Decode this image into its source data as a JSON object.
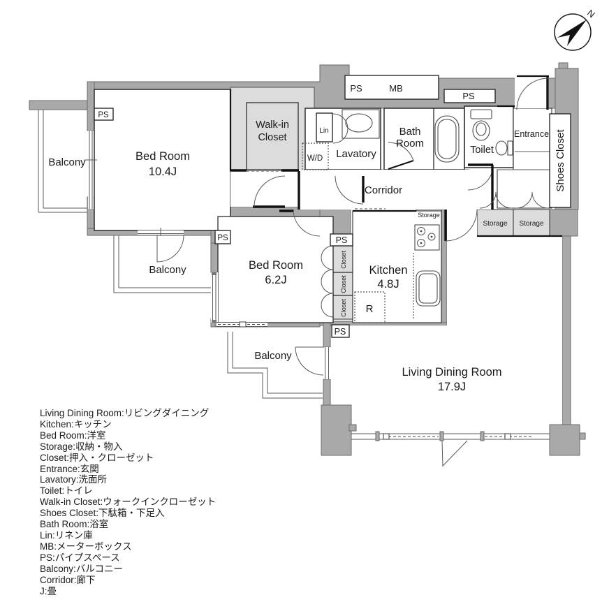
{
  "colors": {
    "wall_fill": "#a9a9a9",
    "closet_fill": "#dcdcdc",
    "line": "#1a1a1a",
    "background": "#ffffff"
  },
  "compass": {
    "north_label": "N"
  },
  "rooms": {
    "bedroom_main": {
      "name": "Bed Room",
      "size": "10.4J"
    },
    "bedroom_second": {
      "name": "Bed Room",
      "size": "6.2J"
    },
    "kitchen": {
      "name": "Kitchen",
      "size": "4.8J"
    },
    "living_dining": {
      "name": "Living Dining Room",
      "size": "17.9J"
    },
    "walk_in_closet": {
      "line1": "Walk-in",
      "line2": "Closet"
    },
    "bath_room": {
      "line1": "Bath",
      "line2": "Room"
    },
    "lavatory": {
      "name": "Lavatory"
    },
    "toilet": {
      "name": "Toilet"
    },
    "entrance": {
      "name": "Entrance"
    },
    "shoes_closet": {
      "name": "Shoes Closet"
    },
    "corridor": {
      "name": "Corridor"
    },
    "balcony_left": {
      "name": "Balcony"
    },
    "balcony_middle": {
      "name": "Balcony"
    },
    "balcony_bottom": {
      "name": "Balcony"
    }
  },
  "labels": {
    "ps": "PS",
    "mb": "MB",
    "lin": "Lin",
    "washer_dryer": "W/D",
    "refrigerator": "R",
    "storage": "Storage",
    "closet": "Closet"
  },
  "legend": {
    "lines": [
      "Living Dining Room:リビングダイニング",
      "Kitchen:キッチン",
      "Bed Room:洋室",
      "Storage:収納・物入",
      "Closet:押入・クローゼット",
      "Entrance:玄関",
      "Lavatory:洗面所",
      "Toilet:トイレ",
      "Walk-in Closet:ウォークインクローゼット",
      "Shoes Closet:下駄箱・下足入",
      "Bath Room:浴室",
      "Lin:リネン庫",
      "MB:メーターボックス",
      "PS:パイプスペース",
      "Balcony:バルコニー",
      "Corridor:廊下",
      "J:畳"
    ]
  }
}
